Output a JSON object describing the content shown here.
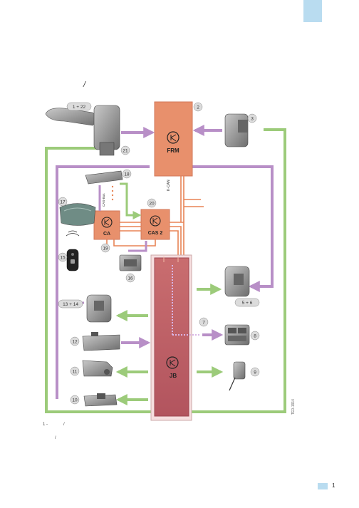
{
  "header": {
    "slash_glyph": "/"
  },
  "modules": {
    "frm": "FRM",
    "ca": "CA",
    "cas2": "CAS 2",
    "jb": "JB"
  },
  "bus_labels": {
    "k_can": "K-CAN",
    "cas_bus": "CAS-Bus"
  },
  "components": [
    {
      "id": "c1_22",
      "label": "1 + 22"
    },
    {
      "id": "c2",
      "label": "2"
    },
    {
      "id": "c3",
      "label": "3"
    },
    {
      "id": "c21",
      "label": "21"
    },
    {
      "id": "c18",
      "label": "18"
    },
    {
      "id": "c17",
      "label": "17"
    },
    {
      "id": "c20",
      "label": "20"
    },
    {
      "id": "c19",
      "label": "19"
    },
    {
      "id": "c15",
      "label": "15"
    },
    {
      "id": "c16",
      "label": "16"
    },
    {
      "id": "c5_6",
      "label": "5 + 6"
    },
    {
      "id": "c13_14",
      "label": "13 + 14"
    },
    {
      "id": "c7",
      "label": "7"
    },
    {
      "id": "c8",
      "label": "8"
    },
    {
      "id": "c12",
      "label": "12"
    },
    {
      "id": "c11",
      "label": "11"
    },
    {
      "id": "c9",
      "label": "9"
    },
    {
      "id": "c10",
      "label": "10"
    }
  ],
  "figure_code": "TE0-1914",
  "captions": {
    "line1": "1 -",
    "line1_slash": "/",
    "line2_slash": "/"
  },
  "page_number": "1",
  "colors": {
    "module_fill": "#e8906c",
    "jb_fill": "#b95f66",
    "arrow_purple": "#b88fc7",
    "arrow_green": "#9ccb7a",
    "bus_orange": "#e88455",
    "accent_blue": "#b9dcf0"
  }
}
